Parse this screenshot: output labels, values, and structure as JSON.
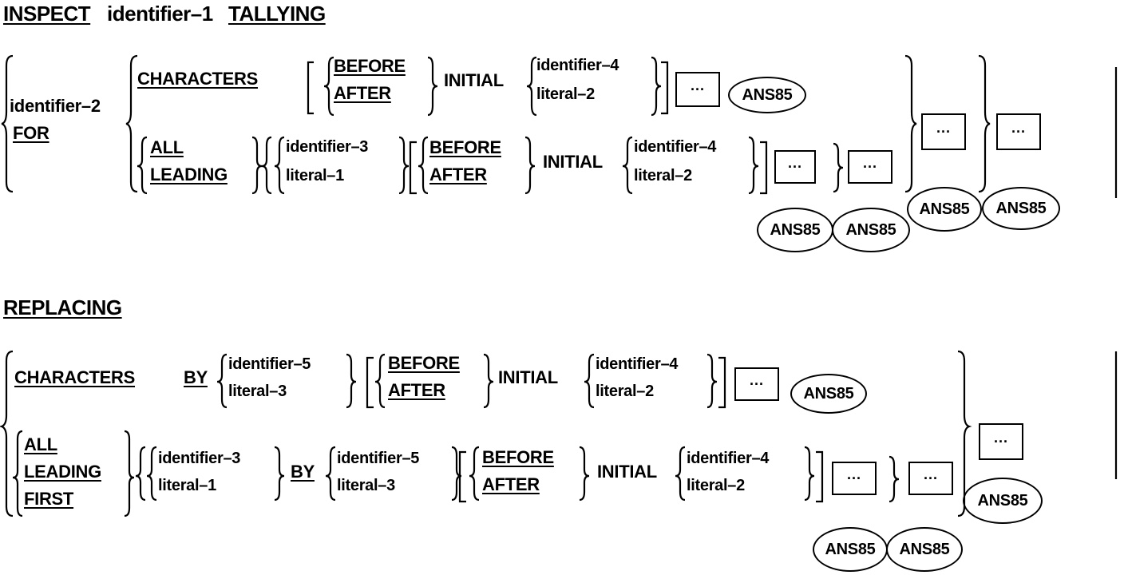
{
  "tallying": {
    "inspect": "INSPECT",
    "identifier_1": "identifier–1",
    "tallying": "TALLYING",
    "identifier_2": "identifier–2",
    "for": "FOR",
    "characters": "CHARACTERS",
    "before_1": "BEFORE",
    "after_1": "AFTER",
    "initial_1": "INITIAL",
    "identifier_4a": "identifier–4",
    "literal_2a": "literal–2",
    "all": "ALL",
    "leading": "LEADING",
    "identifier_3": "identifier–3",
    "literal_1": "literal–1",
    "before_2": "BEFORE",
    "after_2": "AFTER",
    "initial_2": "INITIAL",
    "identifier_4b": "identifier–4",
    "literal_2b": "literal–2"
  },
  "replacing": {
    "replacing": "REPLACING",
    "characters": "CHARACTERS",
    "by_1": "BY",
    "identifier_5a": "identifier–5",
    "literal_3a": "literal–3",
    "before_1": "BEFORE",
    "after_1": "AFTER",
    "initial_1": "INITIAL",
    "identifier_4a": "identifier–4",
    "literal_2a": "literal–2",
    "all": "ALL",
    "leading": "LEADING",
    "first": "FIRST",
    "identifier_3": "identifier–3",
    "literal_1": "literal–1",
    "by_2": "BY",
    "identifier_5b": "identifier–5",
    "literal_3b": "literal–3",
    "before_2": "BEFORE",
    "after_2": "AFTER",
    "initial_2": "INITIAL",
    "identifier_4b": "identifier–4",
    "literal_2b": "literal–2"
  },
  "markers": {
    "ellipsis": "···",
    "ans85": "ANS85"
  }
}
